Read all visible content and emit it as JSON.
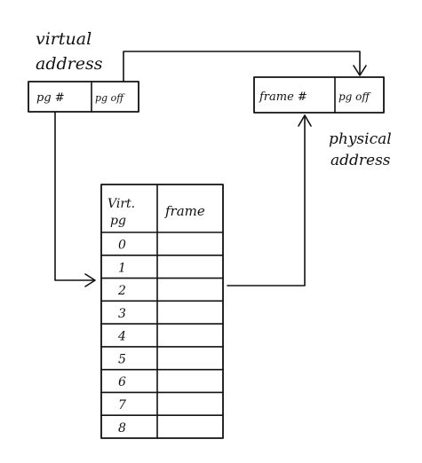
{
  "virtual_address": {
    "label_line1": "virtual",
    "label_line2": "address",
    "fields": [
      "pg #",
      "pg off"
    ]
  },
  "physical_address": {
    "label_line1": "physical",
    "label_line2": "address",
    "fields": [
      "frame #",
      "pg off"
    ]
  },
  "page_table": {
    "header_col1_line1": "Virt.",
    "header_col1_line2": "pg",
    "header_col2": "frame",
    "rows": [
      "0",
      "1",
      "2",
      "3",
      "4",
      "5",
      "6",
      "7",
      "8"
    ]
  },
  "colors": {
    "ink": "#111111",
    "background": "#ffffff"
  }
}
